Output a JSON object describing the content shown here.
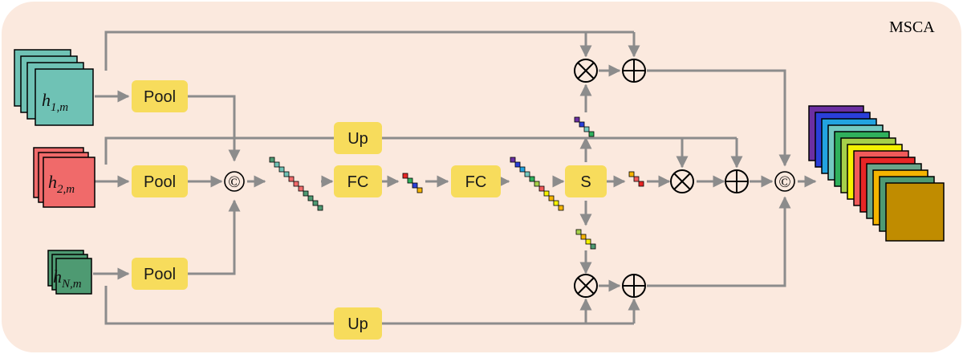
{
  "title": "MSCA",
  "inputs": [
    {
      "main": "h",
      "sub": "1,m",
      "color": "#6fc2b5"
    },
    {
      "main": "h",
      "sub": "2,m",
      "color": "#f06a6a"
    },
    {
      "main": "h",
      "sub": "N,m",
      "color": "#4e9a72"
    }
  ],
  "blocks": {
    "pool": "Pool",
    "up": "Up",
    "fc": "FC",
    "s": "S"
  },
  "ops": {
    "concat": "©",
    "multiply": "⊗",
    "add": "⊕"
  },
  "colors": {
    "background": "#fbe9de",
    "block": "#f7dc5c",
    "arrow": "#8c8c8c",
    "output_stack": [
      "#6b2fa2",
      "#2a3fd9",
      "#22a3e0",
      "#73c9c0",
      "#2fb05c",
      "#a6d04a",
      "#f5f200",
      "#f05a5a",
      "#e82626",
      "#6aa58a",
      "#f5b400",
      "#4e9a72",
      "#c08c00"
    ]
  }
}
